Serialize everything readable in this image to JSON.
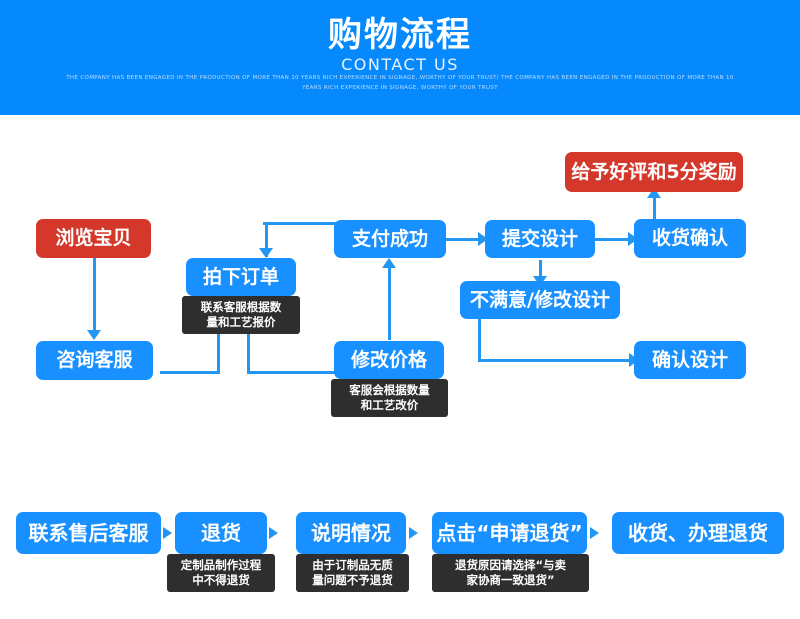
{
  "header": {
    "title": "购物流程",
    "subtitle": "CONTACT US",
    "tagline": "THE COMPANY HAS BEEN ENGAGED IN THE PRODUCTION OF MORE THAN 10 YEARS RICH EXPERIENCE IN SIGNAGE, WORTHY OF YOUR TRUST/ THE COMPANY HAS BEEN ENGAGED IN THE PRODUCTION OF MORE THAN 10 YEARS RICH EXPERIENCE IN SIGNAGE, WORTHY OF YOUR TRUST",
    "background_color": "#0589fd"
  },
  "colors": {
    "blue": "#1890ff",
    "red": "#d3382b",
    "note": "#2e2e2e",
    "connector": "#2196f3"
  },
  "purchase_flow": {
    "nodes": {
      "browse": {
        "label": "浏览宝贝",
        "color": "red"
      },
      "consult": {
        "label": "咨询客服",
        "color": "blue"
      },
      "place_order": {
        "label": "拍下订单",
        "color": "blue"
      },
      "modify_price": {
        "label": "修改价格",
        "color": "blue"
      },
      "pay_success": {
        "label": "支付成功",
        "color": "blue"
      },
      "submit_design": {
        "label": "提交设计",
        "color": "blue"
      },
      "revise_design": {
        "label": "不满意/修改设计",
        "color": "blue"
      },
      "confirm_design": {
        "label": "确认设计",
        "color": "blue"
      },
      "confirm_receipt": {
        "label": "收货确认",
        "color": "blue"
      },
      "give_review": {
        "label": "给予好评和5分奖励",
        "color": "red"
      }
    },
    "notes": {
      "place_order_note": {
        "line1": "联系客服根据数",
        "line2": "量和工艺报价"
      },
      "modify_price_note": {
        "line1": "客服会根据数量",
        "line2": "和工艺改价"
      }
    }
  },
  "return_flow": {
    "nodes": {
      "contact_service": {
        "label": "联系售后客服"
      },
      "return_goods": {
        "label": "退货"
      },
      "explain": {
        "label": "说明情况"
      },
      "click_apply": {
        "label": "点击“申请退货”"
      },
      "receive_process": {
        "label": "收货、办理退货"
      }
    },
    "notes": {
      "return_goods_note": {
        "line1": "定制品制作过程",
        "line2": "中不得退货"
      },
      "explain_note": {
        "line1": "由于订制品无质",
        "line2": "量问题不予退货"
      },
      "click_apply_note": {
        "line1": "退货原因请选择“与卖",
        "line2": "家协商一致退货”"
      }
    }
  }
}
